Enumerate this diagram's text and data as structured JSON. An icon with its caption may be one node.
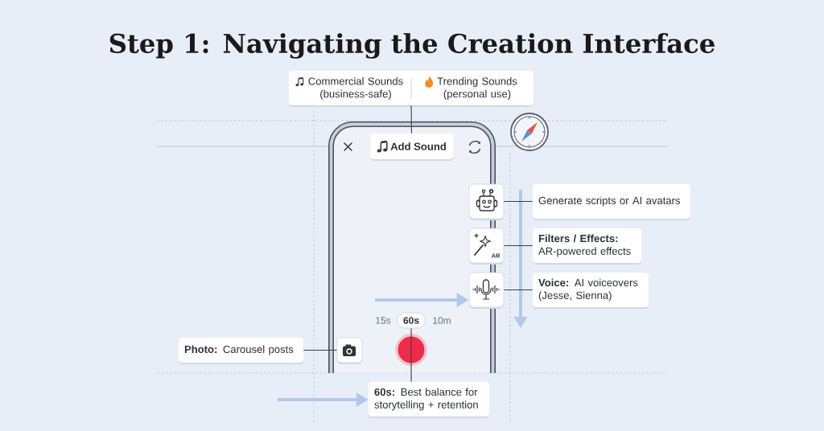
{
  "diagram": {
    "title": "Step 1: Navigating the Creation Interface",
    "nodes": [
      {
        "text": [
          "Commercial Sounds (business-safe)",
          "Trending Sounds (personal use)"
        ]
      },
      {
        "text": [],
        "shape": "box"
      },
      {
        "text": [
          "Add Sound"
        ],
        "in": 1
      },
      {
        "text": [],
        "shape": "box"
      },
      {
        "text": [
          "Generate scripts or AI avatars"
        ]
      },
      {
        "text": [
          "AR"
        ]
      },
      {
        "text": [
          "Filters / Effects:",
          "AR-powered effects"
        ]
      },
      {
        "text": [],
        "shape": "box"
      },
      {
        "text": [
          "**Voice:** AI voiceovers (Jesse, Sienna)"
        ]
      },
      {
        "text": [],
        "shape": "box",
        "in": 1
      },
      {
        "text": [
          "**Photo:** Carousel posts"
        ]
      },
      {
        "text": [
          "60s"
        ],
        "in": 1
      },
      {
        "text": [
          "**60s:** Best balance for storytelling + retention"
        ]
      }
    ],
    "edges": [
      {
        "from": 0,
        "to": 2,
        "arrow": "none"
      },
      {
        "from": 4,
        "to": 3,
        "arrow": "none"
      },
      {
        "from": 6,
        "to": 5,
        "arrow": "none"
      },
      {
        "from": 8,
        "to": 7,
        "arrow": "none"
      },
      {
        "from": 10,
        "to": 9,
        "arrow": "none"
      },
      {
        "from": 11,
        "to": 12,
        "arrow": "none"
      },
      {
        "from": null,
        "to": 7,
        "arrow": "to",
        "style": "thick",
        "color": "#b1c8ec"
      },
      {
        "from": null,
        "to": 12,
        "arrow": "to",
        "style": "thick",
        "color": "#b1c8ec"
      }
    ],
    "labels": [
      "15s",
      "10m"
    ]
  }
}
